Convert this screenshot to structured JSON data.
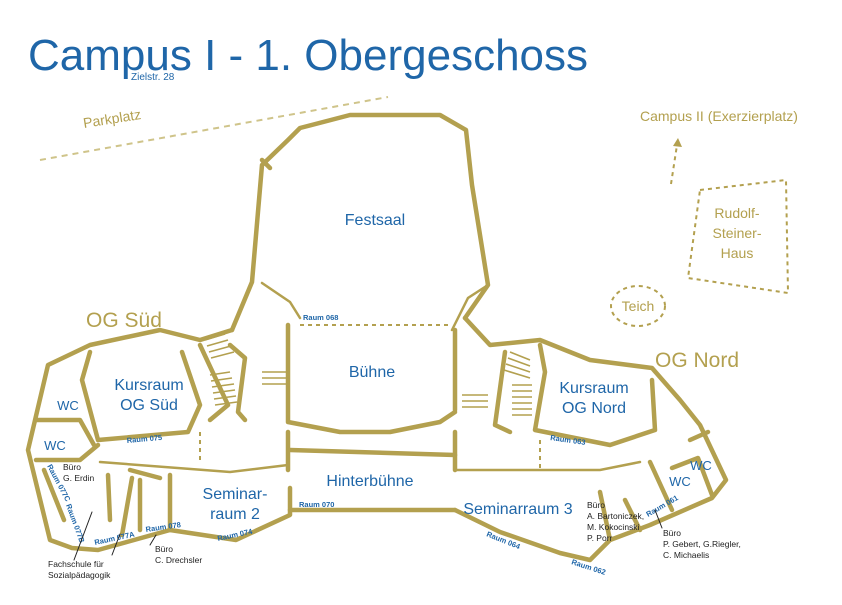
{
  "title": "Campus I - 1. Obergeschoss",
  "subtitle": "Zielstr. 28",
  "surroundings": {
    "parkplatz": "Parkplatz",
    "campus2": "Campus II (Exerzierplatz)",
    "haus": [
      "Rudolf-",
      "Steiner-",
      "Haus"
    ],
    "teich": "Teich"
  },
  "wings": {
    "sued": "OG Süd",
    "nord": "OG Nord"
  },
  "rooms": {
    "festsaal": "Festsaal",
    "buehne": "Bühne",
    "hinterbuehne": "Hinterbühne",
    "kursraum_sued": [
      "Kursraum",
      "OG Süd"
    ],
    "kursraum_nord": [
      "Kursraum",
      "OG Nord"
    ],
    "seminarraum2": [
      "Seminar-",
      "raum 2"
    ],
    "seminarraum3": "Seminarraum 3",
    "wc": "WC"
  },
  "raum_numbers": {
    "r068": "Raum 068",
    "r075": "Raum 075",
    "r077c": "Raum 077C",
    "r077b": "Raum 077B",
    "r077a": "Raum 077A",
    "r078": "Raum 078",
    "r074": "Raum 074",
    "r070": "Raum 070",
    "r063": "Raum 063",
    "r064": "Raum 064",
    "r062": "Raum 062",
    "r061": "Raum 061"
  },
  "notes": {
    "buero_erdin": [
      "Büro",
      "G. Erdin"
    ],
    "fachschule": [
      "Fachschule für",
      "Sozialpädagogik"
    ],
    "buero_drechsler": [
      "Büro",
      "C. Drechsler"
    ],
    "buero_bartoniczek": [
      "Büro",
      "A. Bartoniczek,",
      "M. Kokocinski",
      "P. Porr"
    ],
    "buero_gebert": [
      "Büro",
      "P. Gebert, G.Riegler,",
      "C. Michaelis"
    ]
  },
  "colors": {
    "accent_blue": "#1f66a8",
    "wall_gold": "#b3a04f",
    "note_black": "#222222"
  }
}
